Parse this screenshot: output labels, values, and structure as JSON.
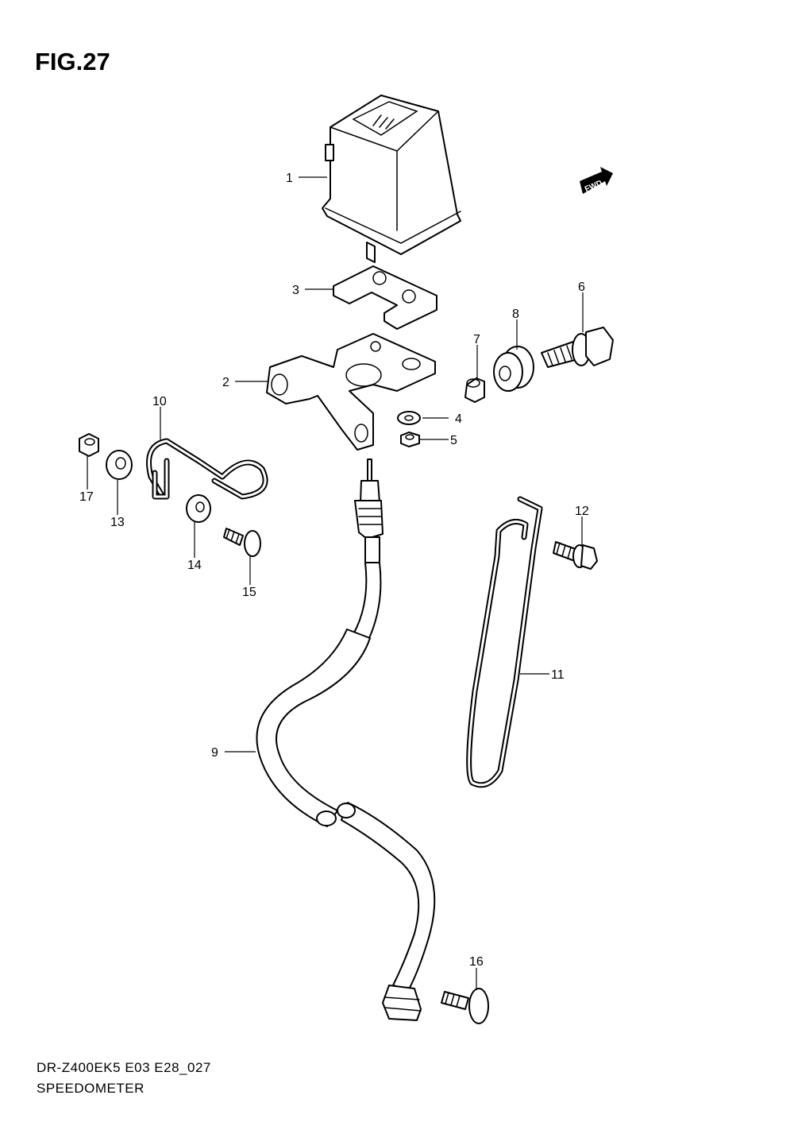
{
  "figure": {
    "title": "FIG.27",
    "model_code": "DR-Z400EK5 E03 E28_027",
    "section_name": "SPEEDOMETER",
    "direction_marker": "FWD"
  },
  "callouts": [
    {
      "number": "1",
      "part": "speedometer"
    },
    {
      "number": "2",
      "part": "bracket"
    },
    {
      "number": "3",
      "part": "plate"
    },
    {
      "number": "4",
      "part": "washer"
    },
    {
      "number": "5",
      "part": "nut"
    },
    {
      "number": "6",
      "part": "bolt"
    },
    {
      "number": "7",
      "part": "spacer"
    },
    {
      "number": "8",
      "part": "grommet"
    },
    {
      "number": "9",
      "part": "speedometer-cable"
    },
    {
      "number": "10",
      "part": "clamp"
    },
    {
      "number": "11",
      "part": "cable-guide"
    },
    {
      "number": "12",
      "part": "bolt"
    },
    {
      "number": "13",
      "part": "washer"
    },
    {
      "number": "14",
      "part": "washer"
    },
    {
      "number": "15",
      "part": "screw"
    },
    {
      "number": "16",
      "part": "screw"
    },
    {
      "number": "17",
      "part": "nut"
    }
  ]
}
